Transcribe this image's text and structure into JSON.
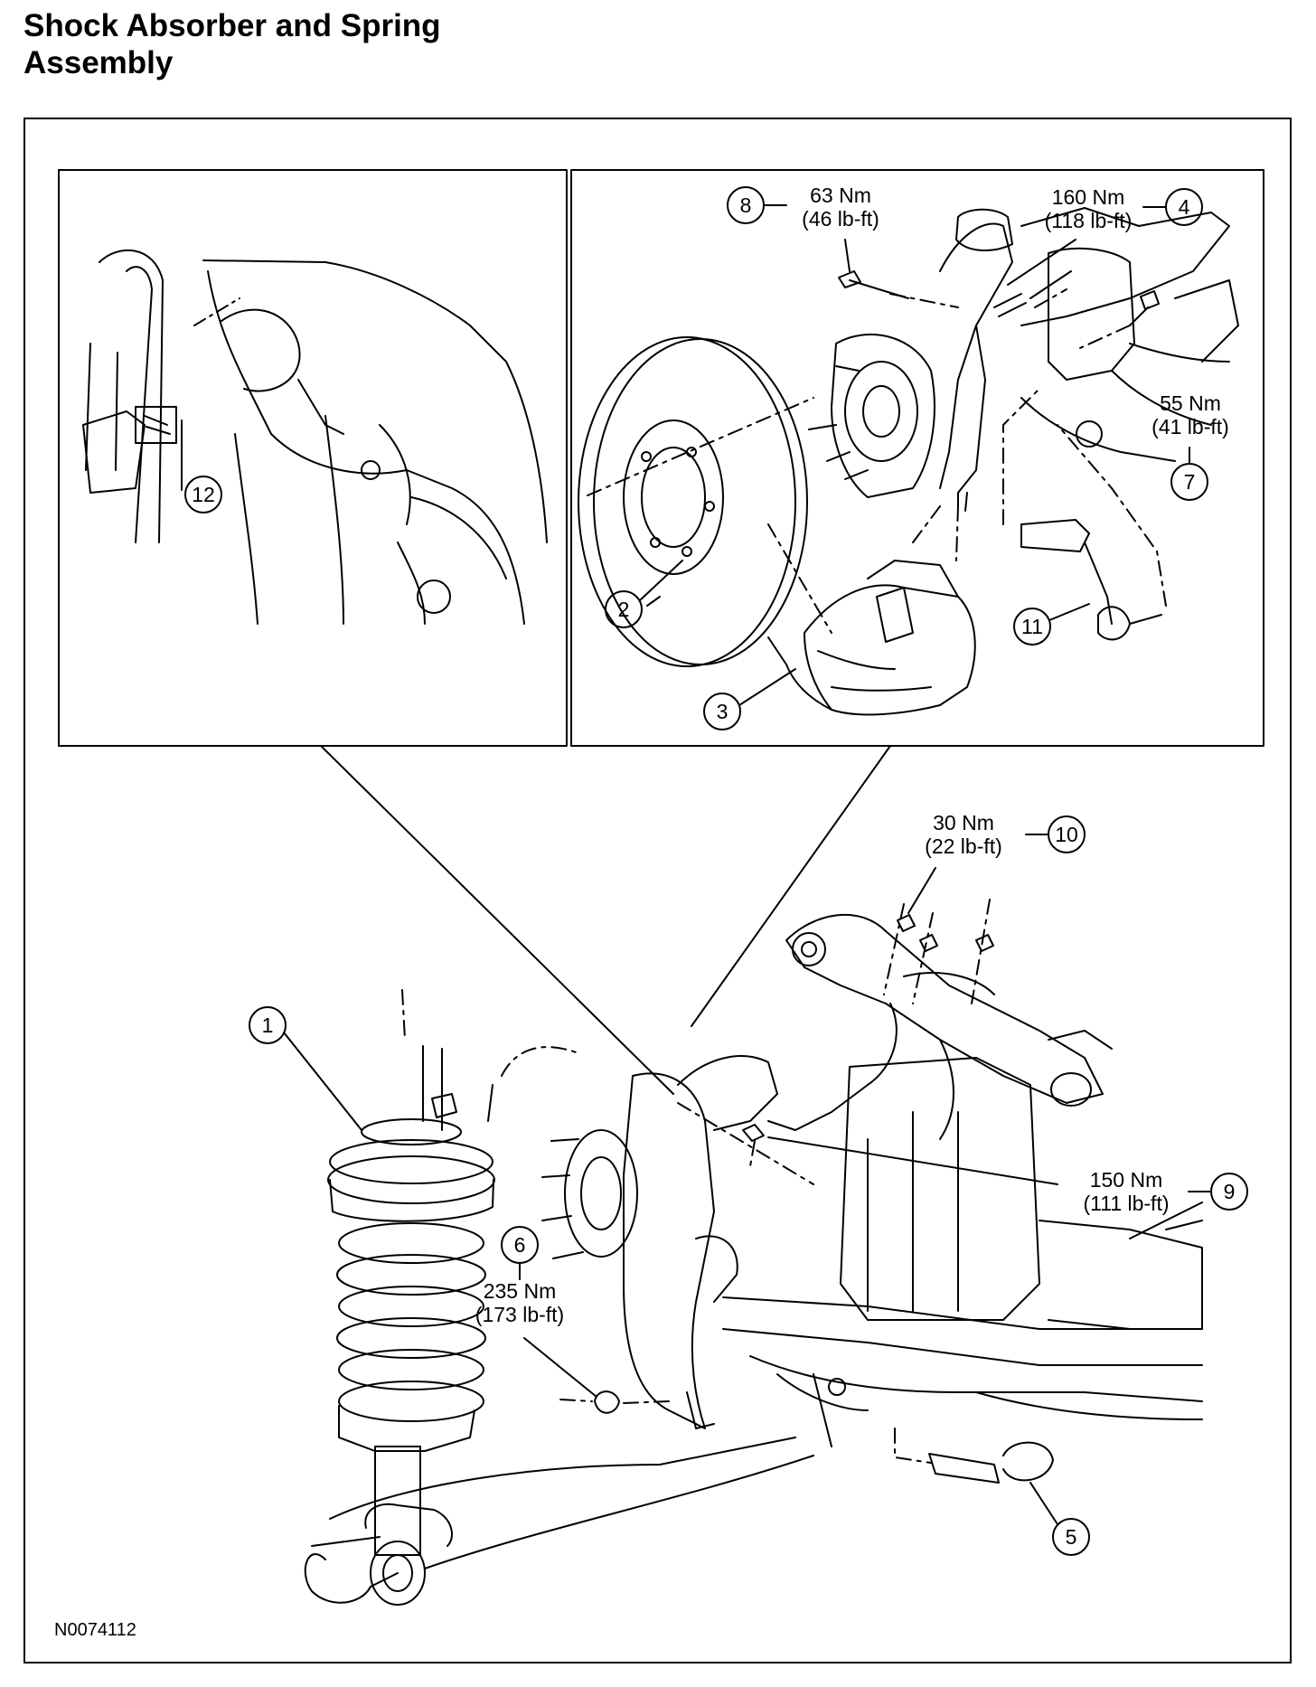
{
  "title_line1": "Shock Absorber and Spring",
  "title_line2": "Assembly",
  "figure_id": "N0074112",
  "callouts": [
    {
      "number": "1"
    },
    {
      "number": "2"
    },
    {
      "number": "3"
    },
    {
      "number": "4",
      "torque_nm": "160 Nm",
      "torque_lbft": "(118 lb-ft)"
    },
    {
      "number": "5"
    },
    {
      "number": "6",
      "torque_nm": "235 Nm",
      "torque_lbft": "(173 lb-ft)"
    },
    {
      "number": "7",
      "torque_nm": "55 Nm",
      "torque_lbft": "(41 lb-ft)"
    },
    {
      "number": "8",
      "torque_nm": "63 Nm",
      "torque_lbft": "(46 lb-ft)"
    },
    {
      "number": "9",
      "torque_nm": "150 Nm",
      "torque_lbft": "(111 lb-ft)"
    },
    {
      "number": "10",
      "torque_nm": "30 Nm",
      "torque_lbft": "(22 lb-ft)"
    },
    {
      "number": "11"
    },
    {
      "number": "12"
    }
  ],
  "colors": {
    "line": "#000000",
    "background": "#ffffff"
  }
}
